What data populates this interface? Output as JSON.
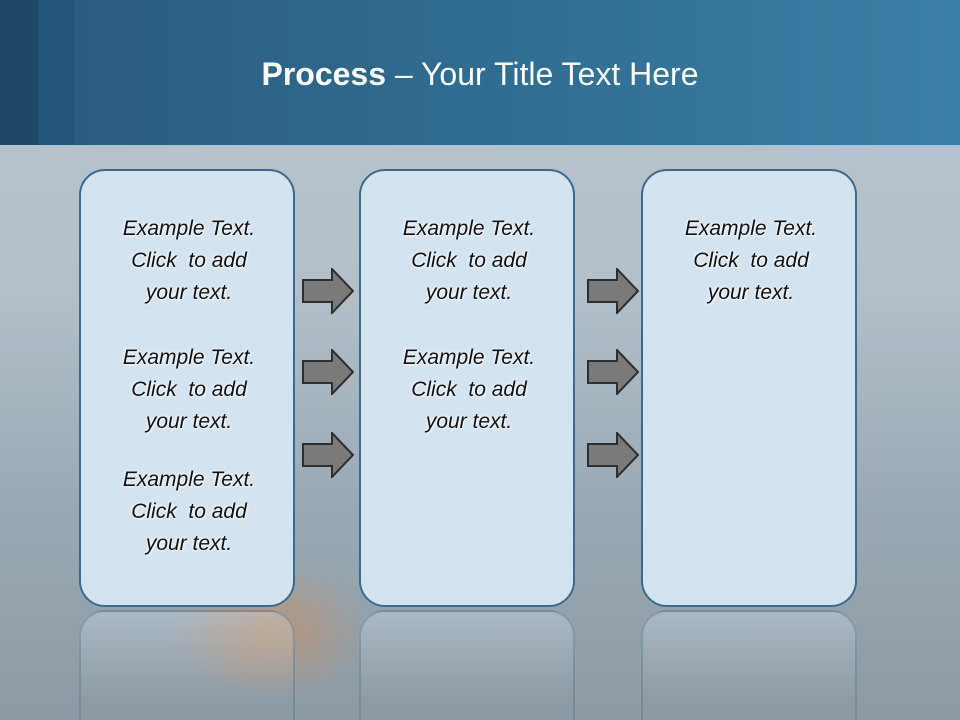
{
  "slide": {
    "title_bold": "Process",
    "title_rest": " – Your Title Text Here"
  },
  "boxes": [
    {
      "items": [
        {
          "line1": "Example Text.",
          "line2": "Click  to add",
          "line3": "your text."
        },
        {
          "line1": "Example Text.",
          "line2": "Click  to add",
          "line3": "your text."
        },
        {
          "line1": "Example Text.",
          "line2": "Click  to add",
          "line3": "your text."
        }
      ]
    },
    {
      "items": [
        {
          "line1": "Example Text.",
          "line2": "Click  to add",
          "line3": "your text."
        },
        {
          "line1": "Example Text.",
          "line2": "Click  to add",
          "line3": "your text."
        }
      ]
    },
    {
      "items": [
        {
          "line1": "Example Text.",
          "line2": "Click  to add",
          "line3": "your text."
        }
      ]
    }
  ],
  "colors": {
    "header": "#2f6a8f",
    "box_fill": "#d3e3ef",
    "box_border": "#3d6a8a",
    "arrow_fill": "#7a7a7a"
  }
}
